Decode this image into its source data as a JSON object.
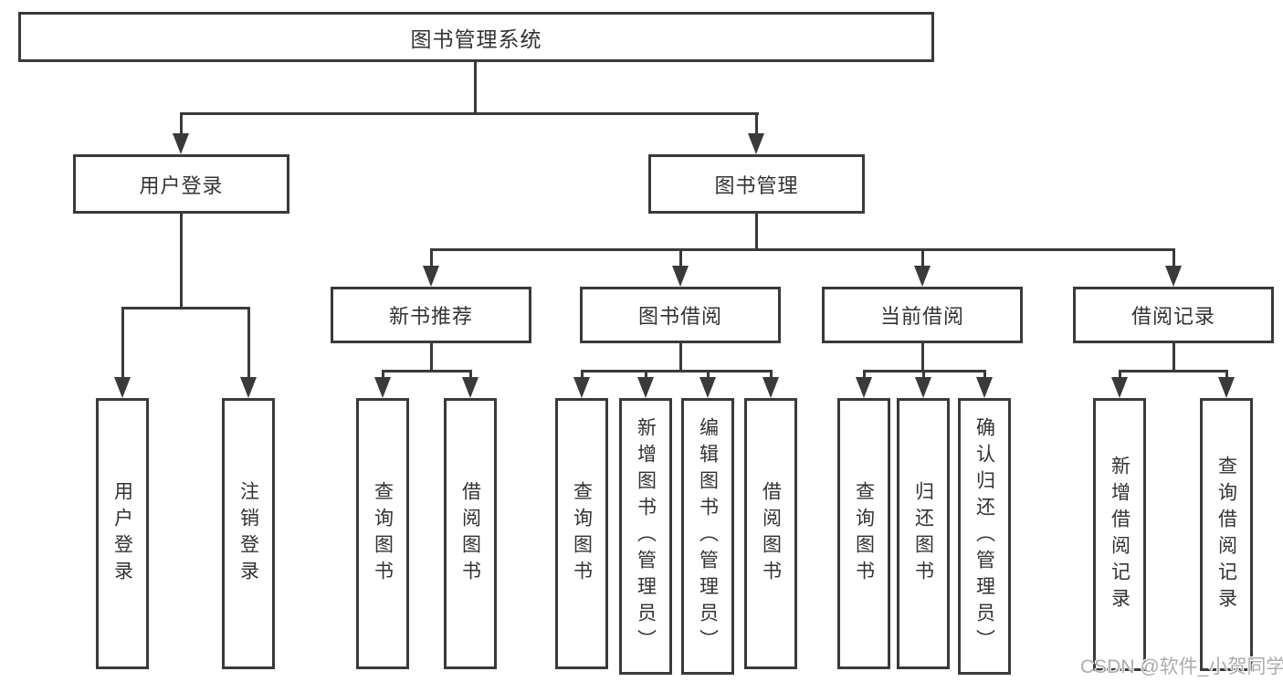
{
  "diagram": {
    "title_note": "functional structure diagram of a library management system",
    "root": {
      "label": "图书管理系统"
    },
    "level2": [
      {
        "id": "user-login",
        "label": "用户登录"
      },
      {
        "id": "book-management",
        "label": "图书管理"
      }
    ],
    "level3": [
      {
        "id": "new-book-recommend",
        "label": "新书推荐"
      },
      {
        "id": "book-borrow",
        "label": "图书借阅"
      },
      {
        "id": "current-borrow",
        "label": "当前借阅"
      },
      {
        "id": "borrow-records",
        "label": "借阅记录"
      }
    ],
    "leaves": [
      {
        "parent": "用户登录",
        "label": "用户登录"
      },
      {
        "parent": "用户登录",
        "label": "注销登录"
      },
      {
        "parent": "新书推荐",
        "label": "查询图书"
      },
      {
        "parent": "新书推荐",
        "label": "借阅图书"
      },
      {
        "parent": "图书借阅",
        "label": "查询图书"
      },
      {
        "parent": "图书借阅",
        "label": "新增图书（管理员）"
      },
      {
        "parent": "图书借阅",
        "label": "编辑图书（管理员）"
      },
      {
        "parent": "图书借阅",
        "label": "借阅图书"
      },
      {
        "parent": "当前借阅",
        "label": "查询图书"
      },
      {
        "parent": "当前借阅",
        "label": "归还图书"
      },
      {
        "parent": "当前借阅",
        "label": "确认归还（管理员）"
      },
      {
        "parent": "借阅记录",
        "label": "新增借阅记录"
      },
      {
        "parent": "借阅记录",
        "label": "查询借阅记录"
      }
    ],
    "watermark": "CSDN @软件_小贺同学",
    "colors": {
      "line": "#3a3a3a",
      "text": "#333333",
      "watermark": "#9e9e9e",
      "background": "#ffffff"
    }
  }
}
